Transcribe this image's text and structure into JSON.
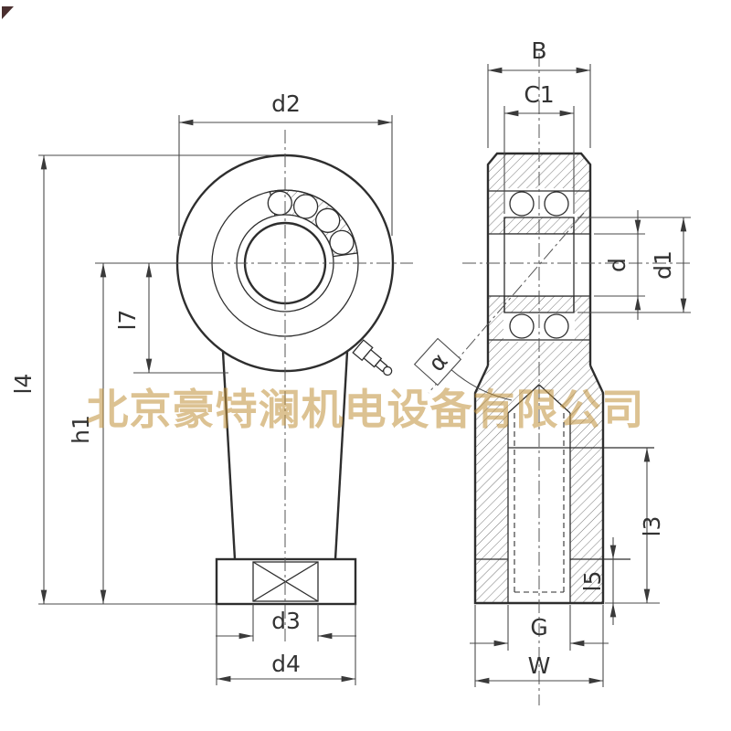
{
  "watermark": "北京豪特澜机电设备有限公司",
  "labels": {
    "d2": "d2",
    "l7": "l7",
    "l4": "l4",
    "h1": "h1",
    "d3": "d3",
    "d4": "d4",
    "B": "B",
    "C1": "C1",
    "d": "d",
    "d1": "d1",
    "alpha": "α",
    "l3": "l3",
    "l5": "l5",
    "G": "G",
    "W": "W"
  },
  "colors": {
    "line": "#2e2e2e",
    "dimension": "#4a4a4a",
    "watermark": "rgba(191,144,56,0.55)",
    "background": "#ffffff"
  }
}
